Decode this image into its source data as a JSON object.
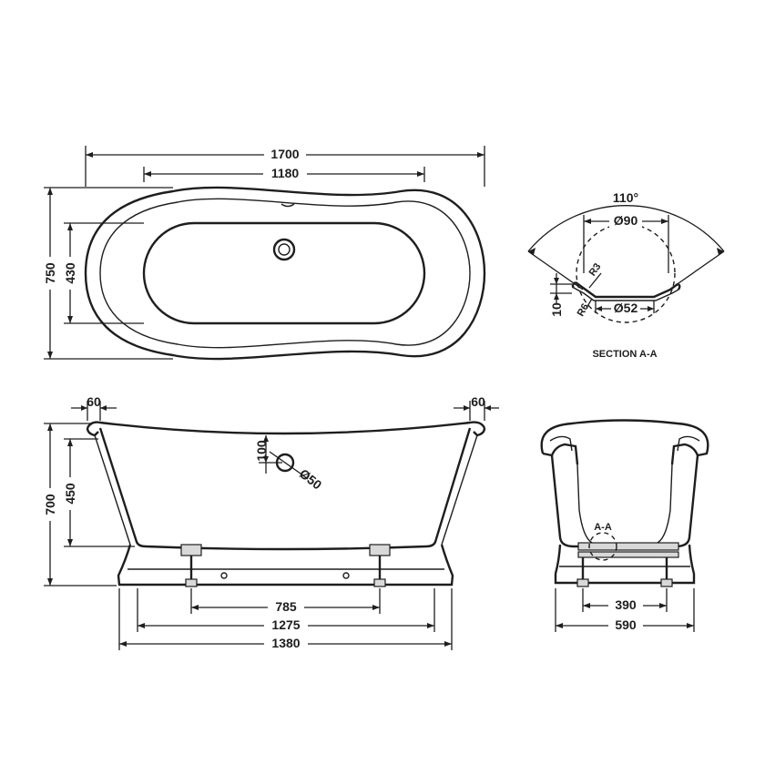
{
  "top_view": {
    "overall_length": "1700",
    "inner_length": "1180",
    "overall_width": "750",
    "inner_width": "430"
  },
  "section": {
    "angle": "110°",
    "outer_diameter": "Ø90",
    "radius_small": "R3",
    "radius_large": "R6",
    "inner_diameter": "Ø52",
    "depth": "10",
    "caption": "SECTION A-A"
  },
  "side_view": {
    "rim_left": "60",
    "rim_right": "60",
    "overflow_height": "100",
    "overflow_diameter": "Ø50",
    "total_height": "700",
    "inner_depth": "450",
    "feet_spacing": "785",
    "plinth_inner": "1275",
    "plinth_outer": "1380"
  },
  "end_view": {
    "section_marker": "A-A",
    "feet_spacing": "390",
    "plinth_width": "590"
  }
}
